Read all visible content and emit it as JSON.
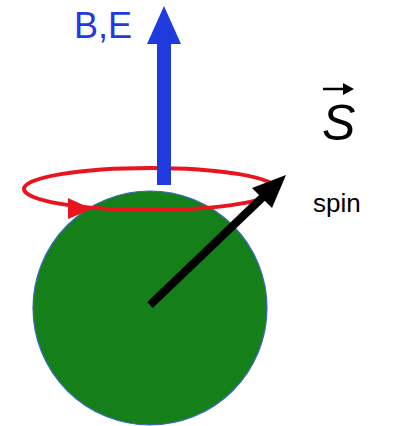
{
  "diagram": {
    "labels": [
      "B,E",
      "S",
      "spin"
    ]
  }
}
